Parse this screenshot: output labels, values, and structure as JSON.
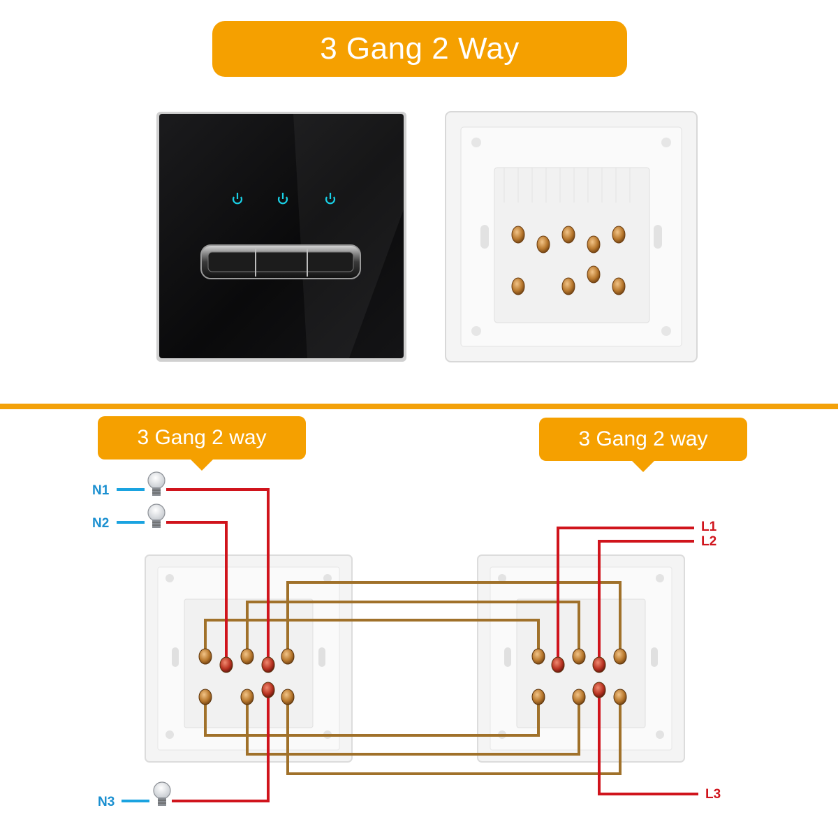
{
  "title": "3 Gang 2 Way",
  "diagram": {
    "left_callout": "3 Gang 2 way",
    "right_callout": "3 Gang 2 way",
    "neutral_labels": [
      "N1",
      "N2",
      "N3"
    ],
    "live_labels": [
      "L1",
      "L2",
      "L3"
    ]
  },
  "colors": {
    "accent": "#f5a000",
    "live_wire": "#d0141c",
    "traveller_wire": "#a0712a",
    "neutral_wire": "#1aa3e0",
    "neutral_label": "#1a8fd0",
    "live_label": "#d0141c"
  },
  "icons": [
    "power-icon",
    "light-bulb-icon"
  ]
}
